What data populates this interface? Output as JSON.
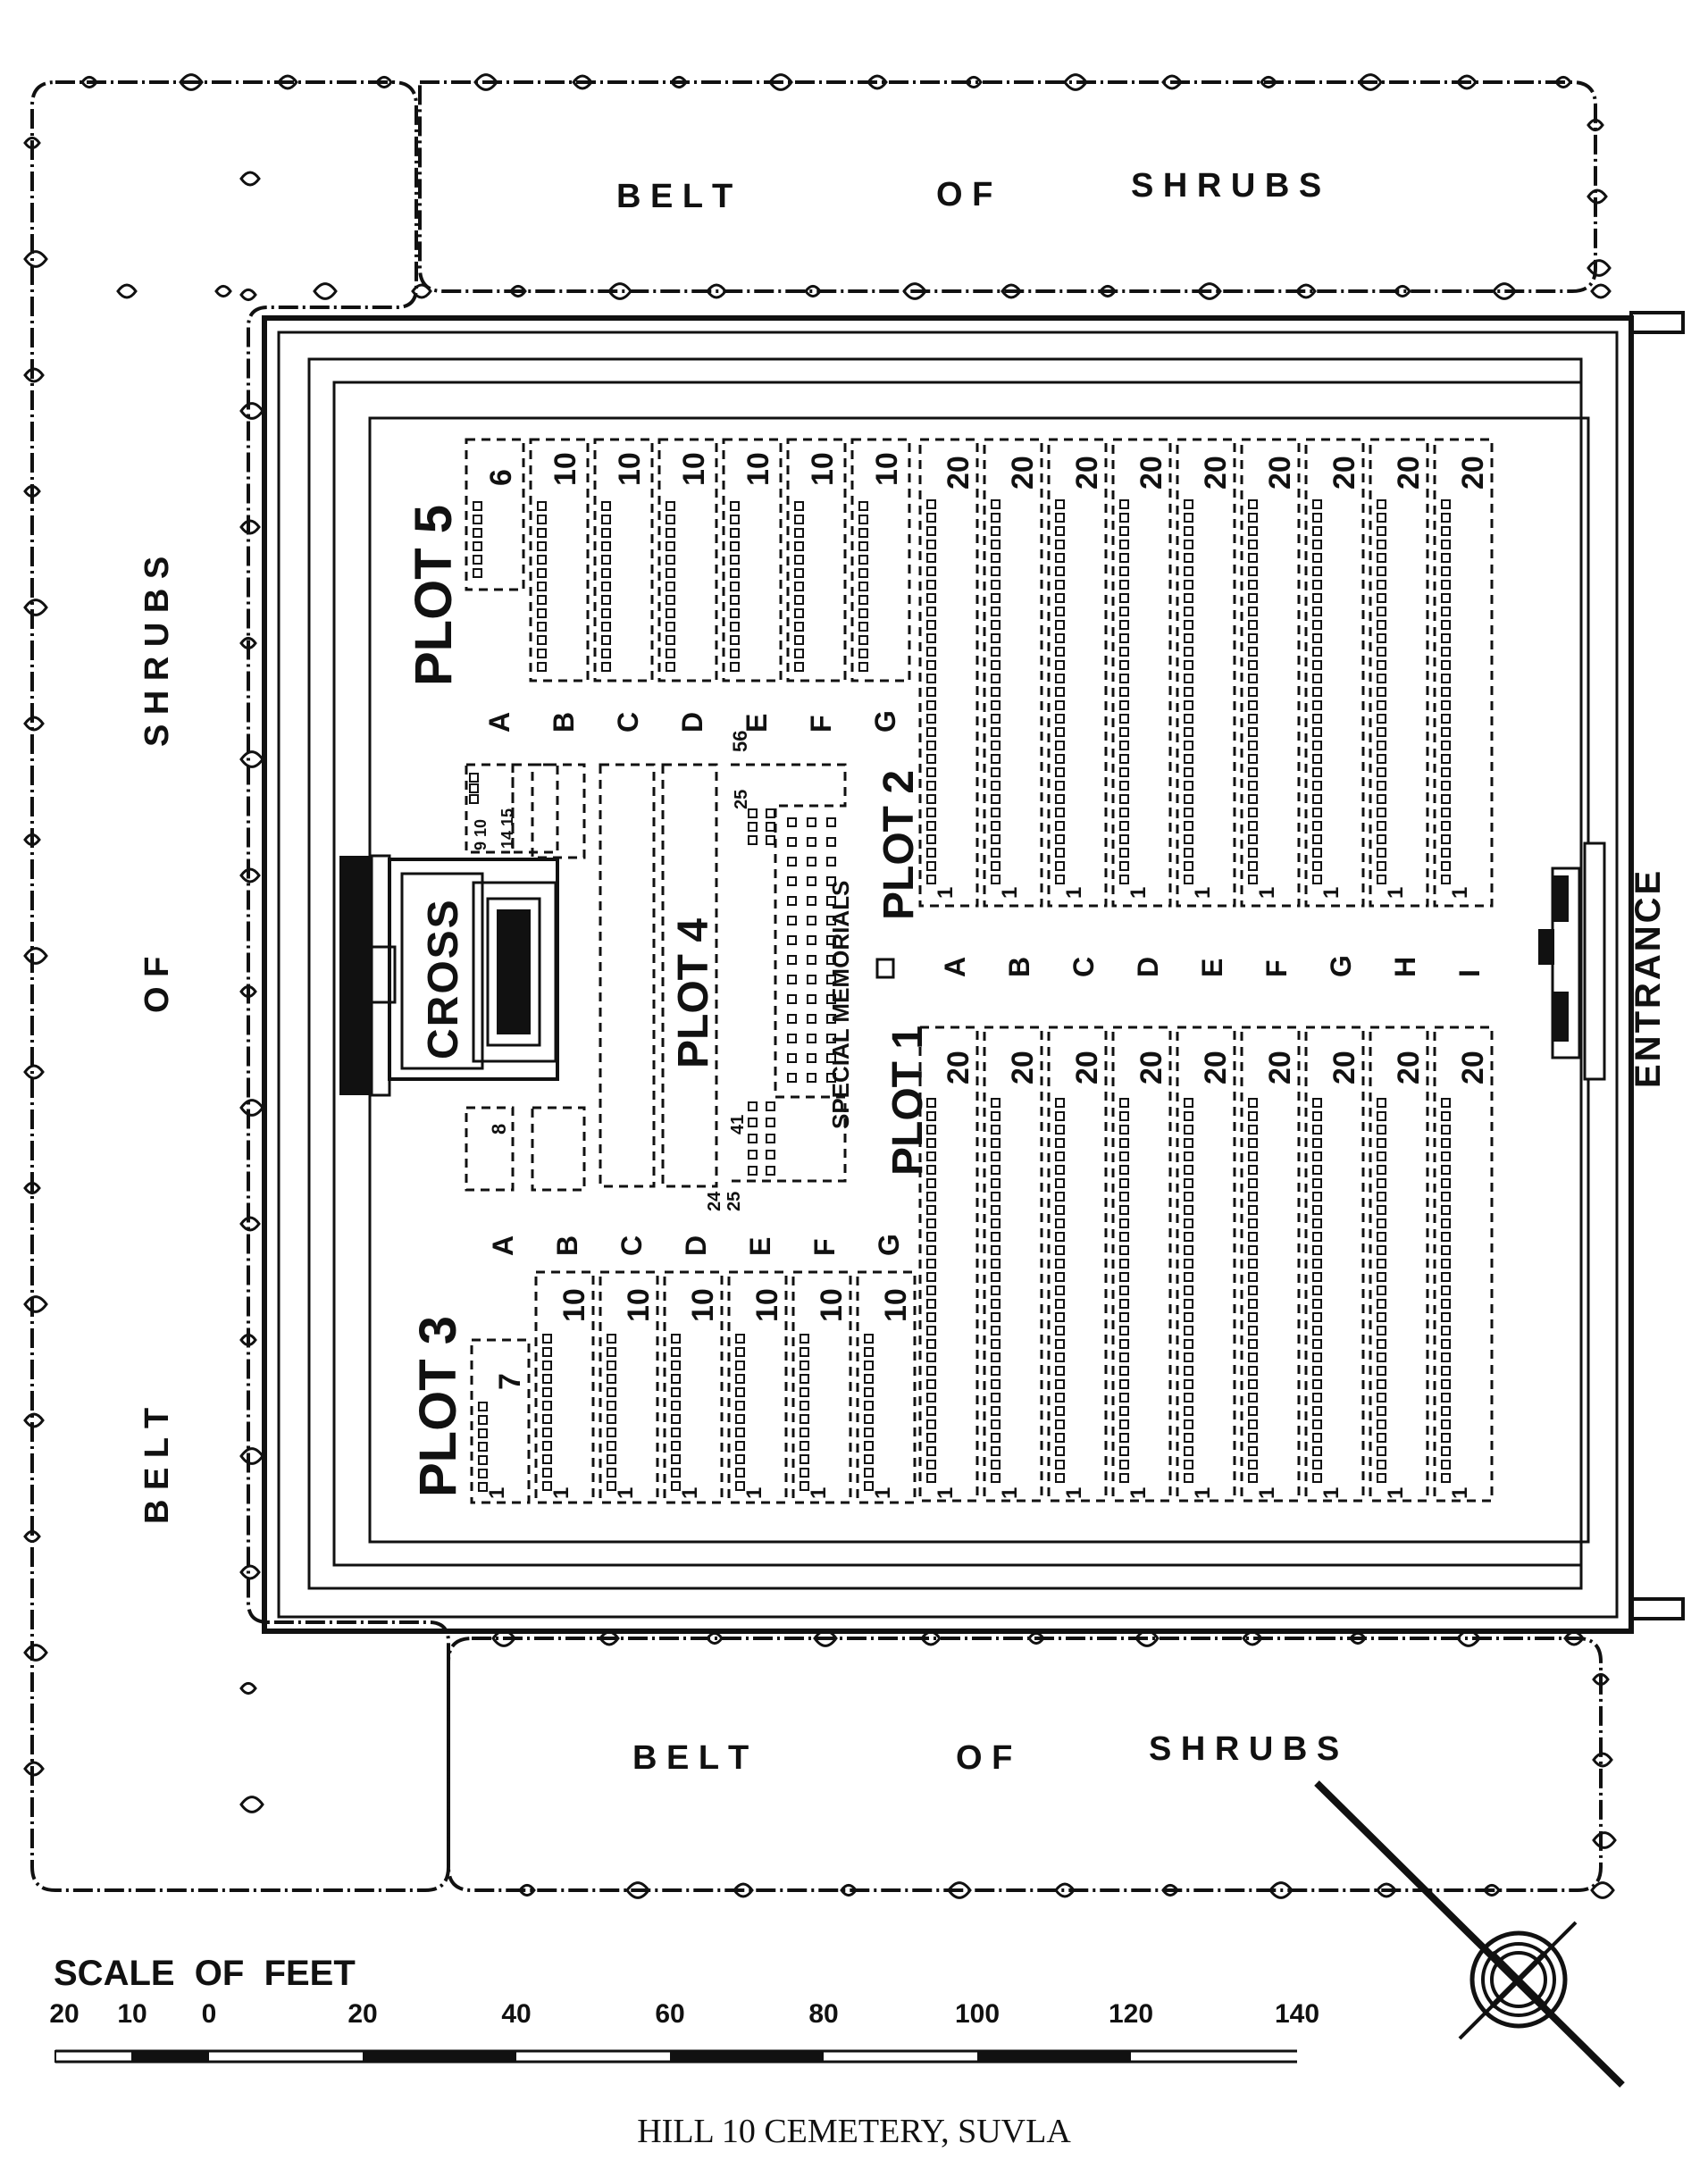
{
  "shrub_belts": {
    "top": {
      "belt": "B E L T",
      "of": "O F",
      "shrubs": "S H R U B S"
    },
    "left": {
      "belt": "B E L T",
      "of": "O F",
      "shrubs": "S H R U B S"
    },
    "bottom": {
      "belt": "B E L T",
      "of": "O F",
      "shrubs": "S H R U B S"
    }
  },
  "features": {
    "cross": "CROSS",
    "entrance": "ENTRANCE",
    "special_memorials": "SPECIAL MEMORIALS"
  },
  "plots": {
    "plot5": {
      "title": "PLOT 5",
      "rows": [
        {
          "row": "A",
          "count": "6"
        },
        {
          "row": "B",
          "count": "10"
        },
        {
          "row": "C",
          "count": "10"
        },
        {
          "row": "D",
          "count": "10"
        },
        {
          "row": "E",
          "count": "10"
        },
        {
          "row": "F",
          "count": "10"
        },
        {
          "row": "G",
          "count": "10"
        }
      ]
    },
    "plot2": {
      "title": "PLOT 2",
      "rows": [
        {
          "row": "A",
          "start": "1",
          "end": "20"
        },
        {
          "row": "B",
          "start": "1",
          "end": "20"
        },
        {
          "row": "C",
          "start": "1",
          "end": "20"
        },
        {
          "row": "D",
          "start": "1",
          "end": "20"
        },
        {
          "row": "E",
          "start": "1",
          "end": "20"
        },
        {
          "row": "F",
          "start": "1",
          "end": "20"
        },
        {
          "row": "G",
          "start": "1",
          "end": "20"
        },
        {
          "row": "H",
          "start": "1",
          "end": "20"
        },
        {
          "row": "I",
          "start": "1",
          "end": "20"
        }
      ]
    },
    "plot1": {
      "title": "PLOT 1",
      "rows": [
        {
          "row": "A",
          "start": "1",
          "end": "20"
        },
        {
          "row": "B",
          "start": "1",
          "end": "20"
        },
        {
          "row": "C",
          "start": "1",
          "end": "20"
        },
        {
          "row": "D",
          "start": "1",
          "end": "20"
        },
        {
          "row": "E",
          "start": "1",
          "end": "20"
        },
        {
          "row": "F",
          "start": "1",
          "end": "20"
        },
        {
          "row": "G",
          "start": "1",
          "end": "20"
        },
        {
          "row": "H",
          "start": "1",
          "end": "20"
        },
        {
          "row": "I",
          "start": "1",
          "end": "20"
        }
      ]
    },
    "plot3": {
      "title": "PLOT 3",
      "rows": [
        {
          "row": "A",
          "start": "1",
          "end": "7"
        },
        {
          "row": "B",
          "start": "1",
          "end": "10"
        },
        {
          "row": "C",
          "start": "1",
          "end": "10"
        },
        {
          "row": "D",
          "start": "1",
          "end": "10"
        },
        {
          "row": "E",
          "start": "1",
          "end": "10"
        },
        {
          "row": "F",
          "start": "1",
          "end": "10"
        },
        {
          "row": "G",
          "start": "1",
          "end": "10"
        }
      ]
    },
    "plot4": {
      "title": "PLOT 4",
      "labels": {
        "a_upper": "9 10",
        "b_upper": "14 15",
        "a_lower": "8",
        "e_upper_1": "56",
        "e_upper_2": "25",
        "e_lower_1": "24",
        "e_lower_2": "25",
        "e_lower_3": "41"
      }
    }
  },
  "scale": {
    "title": "SCALE  OF  FEET",
    "ticks": [
      "20",
      "10",
      "0",
      "20",
      "40",
      "60",
      "80",
      "100",
      "120",
      "140"
    ]
  },
  "caption": "HILL 10 CEMETERY, SUVLA"
}
